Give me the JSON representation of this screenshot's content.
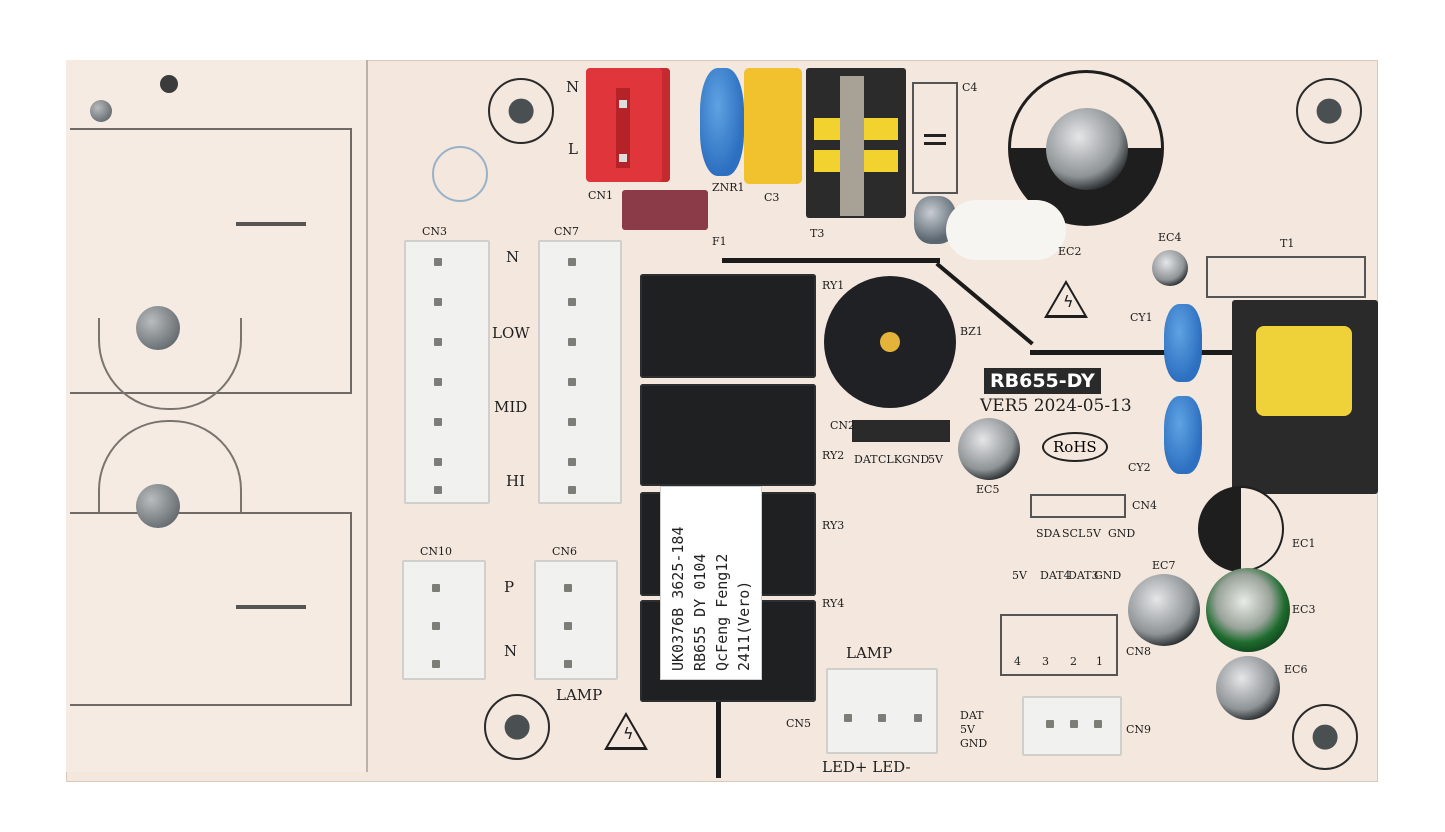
{
  "board": {
    "model_label": "RB655-DY",
    "version_date": "VER5  2024-05-13",
    "rohs_mark": "RoHS"
  },
  "sticker": {
    "lines": [
      "UK0376B  3625-184",
      "RB655   DY 0104",
      "QcFeng Feng12",
      "2411(Vero)"
    ]
  },
  "power_input": {
    "n_label": "N",
    "l_label": "L",
    "connector": "CN1"
  },
  "components": {
    "zener": "ZNR1",
    "cap_c3": "C3",
    "cap_c4": "C4",
    "transformer_t3": "T3",
    "fuse": "F1",
    "ec2": "EC2",
    "ec4": "EC4",
    "t1": "T1",
    "cy1": "CY1",
    "cy2": "CY2",
    "bz1": "BZ1",
    "ec5": "EC5",
    "ec1": "EC1",
    "ec7": "EC7",
    "ec3": "EC3",
    "ec6": "EC6",
    "ry1": "RY1",
    "ry2": "RY2",
    "ry3": "RY3",
    "ry4": "RY4"
  },
  "cn3": {
    "name": "CN3"
  },
  "cn7": {
    "name": "CN7"
  },
  "speed_labels": [
    "N",
    "LOW",
    "MID",
    "HI"
  ],
  "cn10": {
    "name": "CN10"
  },
  "cn6": {
    "name": "CN6",
    "label": "LAMP"
  },
  "pn_labels": [
    "P",
    "N"
  ],
  "cn2": {
    "name": "CN2",
    "pins": [
      "DAT",
      "CLK",
      "GND",
      "5V"
    ]
  },
  "cn4": {
    "name": "CN4",
    "pins": [
      "SDA",
      "SCL",
      "5V",
      "GND"
    ]
  },
  "cn8": {
    "name": "CN8",
    "pins": [
      "5V",
      "DAT4",
      "DAT3",
      "GND"
    ],
    "numbers": [
      "4",
      "3",
      "2",
      "1"
    ]
  },
  "cn5": {
    "name": "CN5",
    "label": "LAMP",
    "bottom": "LED+  LED-"
  },
  "cn9": {
    "name": "CN9",
    "pins": [
      "DAT",
      "5V",
      "GND"
    ]
  },
  "colors": {
    "board": "#f3e7de",
    "relay": "#1e2022",
    "connector_red": "#e0363b",
    "varistor_blue": "#2d6fc0",
    "capacitor_yellow": "#f2c12e",
    "fuse": "#8a3b47"
  }
}
